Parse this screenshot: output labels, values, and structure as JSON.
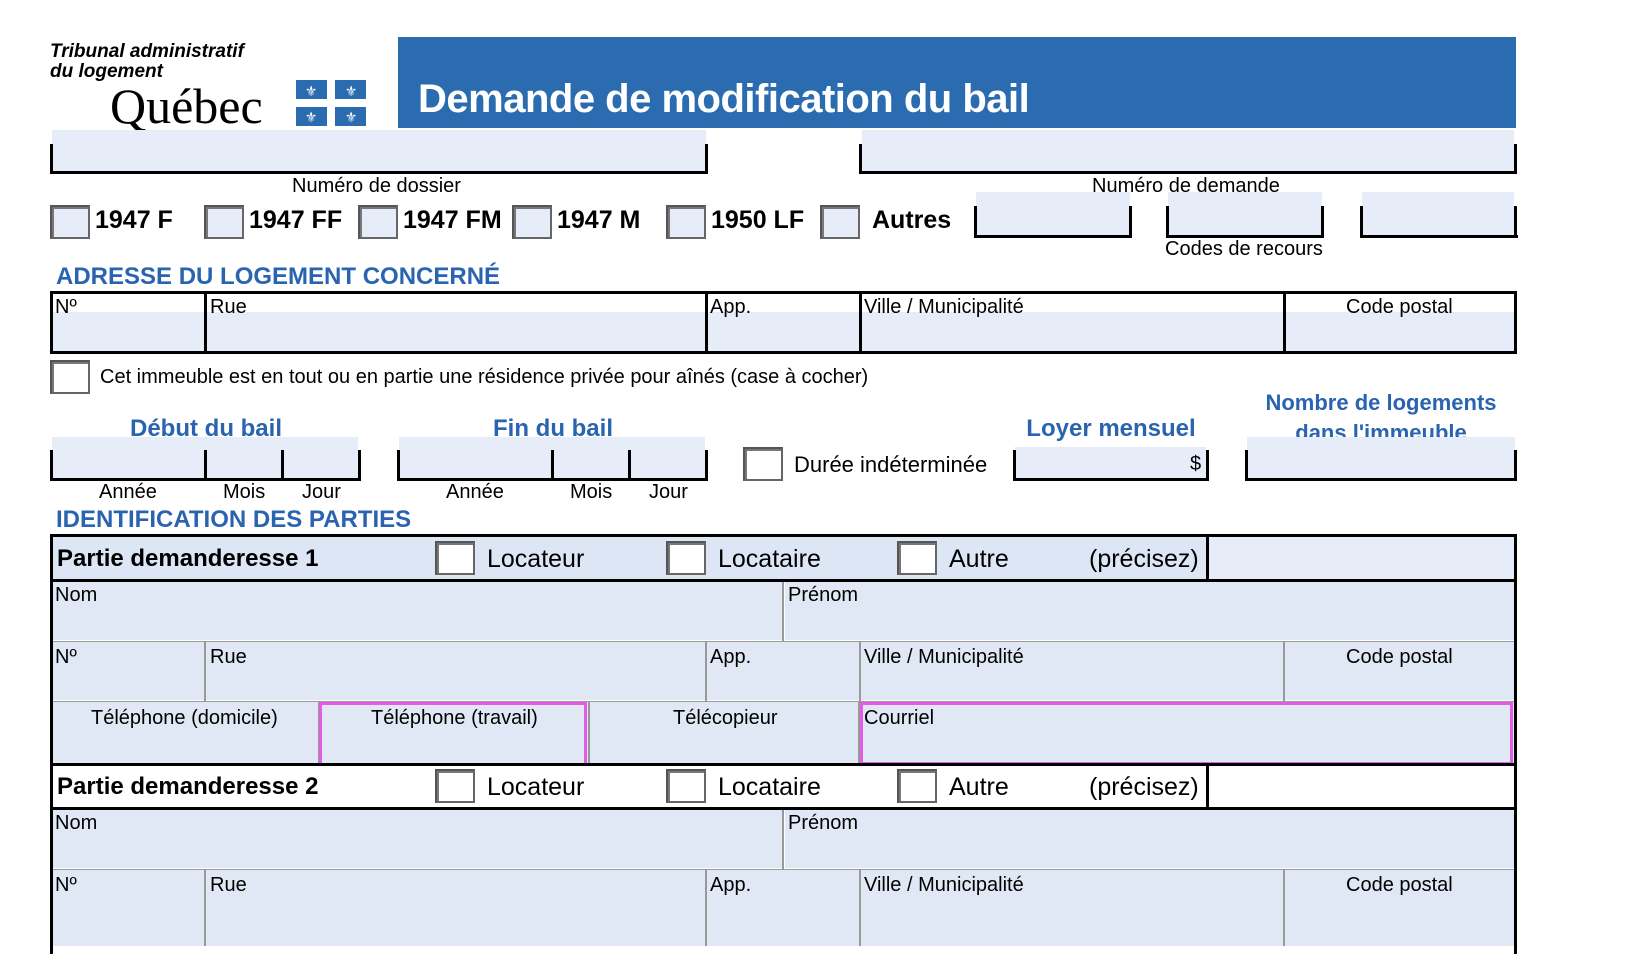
{
  "header": {
    "org_line1": "Tribunal administratif",
    "org_line2": "du logement",
    "logo_text": "Québec",
    "form_title": "Demande de modification du bail"
  },
  "top_fields": {
    "dossier_label": "Numéro de dossier",
    "demande_label": "Numéro de demande",
    "recours_label": "Codes de recours"
  },
  "form_codes": [
    "1947 F",
    "1947 FF",
    "1947 FM",
    "1947 M",
    "1950 LF",
    "Autres"
  ],
  "address": {
    "section_title": "ADRESSE DU LOGEMENT CONCERNÉ",
    "no": "Nº",
    "rue": "Rue",
    "app": "App.",
    "ville": "Ville / Municipalité",
    "postal": "Code postal",
    "rpa_label": "Cet immeuble est en tout ou en partie une résidence privée pour aînés (case à cocher)"
  },
  "lease": {
    "debut": "Début du bail",
    "fin": "Fin du bail",
    "annee": "Année",
    "mois": "Mois",
    "jour": "Jour",
    "duree": "Durée indéterminée",
    "loyer": "Loyer mensuel",
    "dollar": "$",
    "nb_line1": "Nombre de logements",
    "nb_line2": "dans l'immeuble"
  },
  "parties": {
    "section_title": "IDENTIFICATION DES PARTIES",
    "p1_title": "Partie demanderesse 1",
    "p2_title": "Partie demanderesse 2",
    "locateur": "Locateur",
    "locataire": "Locataire",
    "autre": "Autre",
    "precisez": "(précisez)",
    "nom": "Nom",
    "prenom": "Prénom",
    "no": "Nº",
    "rue": "Rue",
    "app": "App.",
    "ville": "Ville / Municipalité",
    "postal": "Code postal",
    "tel_dom": "Téléphone (domicile)",
    "tel_trav": "Téléphone (travail)",
    "telecopieur": "Télécopieur",
    "courriel": "Courriel"
  },
  "colors": {
    "banner": "#2b6cb0",
    "field": "#e6edf9",
    "section_title": "#2a64b0",
    "highlight": "#e45be6"
  }
}
